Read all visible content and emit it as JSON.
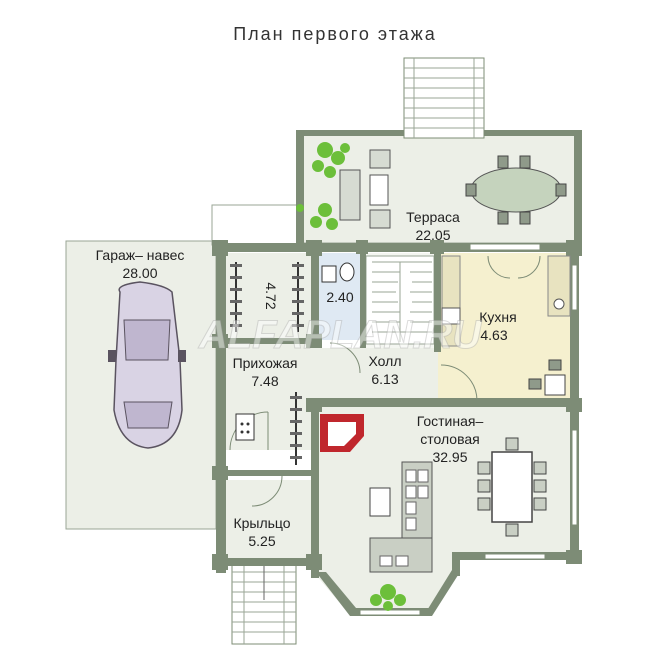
{
  "title": "План первого этажа",
  "watermark": "ALFAPLAN.RU",
  "rooms": {
    "garage": {
      "name": "Гараж– навес",
      "area": "28.00"
    },
    "wardrobe": {
      "area": "4.72"
    },
    "bath": {
      "area": "2.40"
    },
    "terrace": {
      "name": "Терраса",
      "area": "22.05"
    },
    "kitchen": {
      "name": "Кухня",
      "area": "4.63"
    },
    "hall_entry": {
      "name": "Прихожая",
      "area": "7.48"
    },
    "hall": {
      "name": "Холл",
      "area": "6.13"
    },
    "living_l1": "Гостиная–",
    "living_l2": "столовая",
    "living_area": "32.95",
    "porch": {
      "name": "Крыльцо",
      "area": "5.25"
    }
  },
  "colors": {
    "wall": "#7d8c76",
    "floor": "#ecefe7",
    "kitchen_floor": "#f5f0cf",
    "bath_floor": "#dfe9f3",
    "furniture": "#8f9a8a",
    "plant": "#6cbf3a",
    "fireplace": "#c0272d"
  }
}
